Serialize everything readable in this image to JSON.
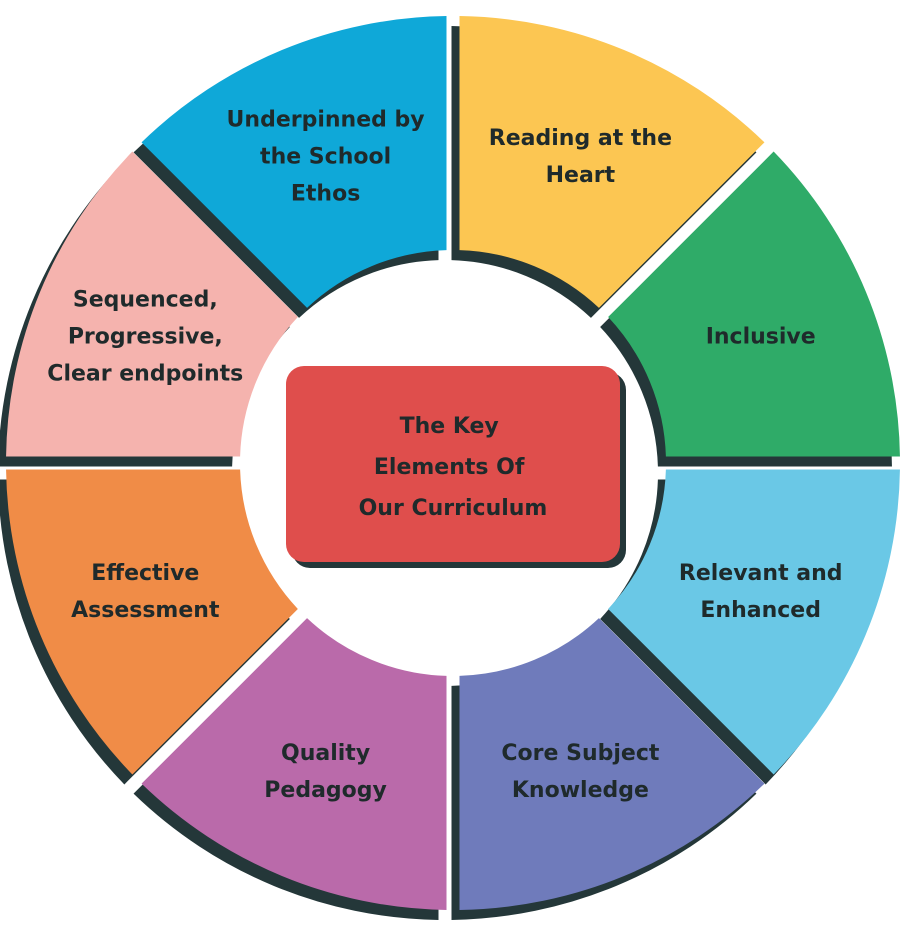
{
  "center": {
    "lines": [
      "The Key",
      "Elements Of",
      "Our Curriculum"
    ],
    "color": "#df4e4c"
  },
  "segments": [
    {
      "id": "reading-at-the-heart",
      "lines": [
        "Reading at the",
        "Heart"
      ],
      "color": "#fcc652"
    },
    {
      "id": "inclusive",
      "lines": [
        "Inclusive"
      ],
      "color": "#2fab68"
    },
    {
      "id": "relevant-and-enhanced",
      "lines": [
        "Relevant and",
        "Enhanced"
      ],
      "color": "#6ac8e6"
    },
    {
      "id": "core-subject-knowledge",
      "lines": [
        "Core Subject",
        "Knowledge"
      ],
      "color": "#6f7bbb"
    },
    {
      "id": "quality-pedagogy",
      "lines": [
        "Quality",
        "Pedagogy"
      ],
      "color": "#ba6aaa"
    },
    {
      "id": "effective-assessment",
      "lines": [
        "Effective",
        "Assessment"
      ],
      "color": "#f08c47"
    },
    {
      "id": "sequenced-progressive",
      "lines": [
        "Sequenced,",
        "Progressive,",
        "Clear endpoints"
      ],
      "color": "#f5b3ae"
    },
    {
      "id": "school-ethos",
      "lines": [
        "Underpinned by",
        "the School",
        "Ethos"
      ],
      "color": "#0fa8d8"
    }
  ],
  "shadow_color": "#243739"
}
